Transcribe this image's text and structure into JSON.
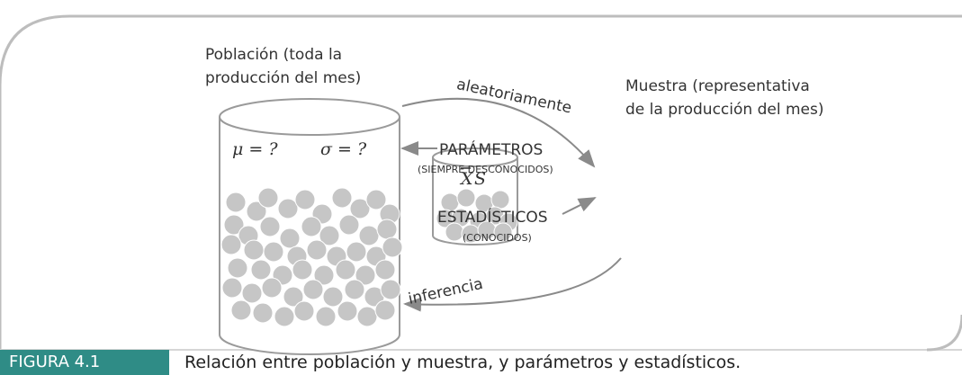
{
  "population": {
    "label_line1": "Población (toda la",
    "label_line2": "producción del mes)",
    "mu": "μ = ?",
    "sigma": "σ = ?"
  },
  "sample": {
    "label_line1": "Muestra (representativa",
    "label_line2": "de la producción del mes)",
    "xbar": "X",
    "s": "S"
  },
  "arrows": {
    "random": "aleatoriamente",
    "inference": "inferencia"
  },
  "parameters": {
    "title": "PARÁMETROS",
    "subtitle": "(SIEMPRE DESCONOCIDOS)"
  },
  "statistics": {
    "title": "ESTADÍSTICOS",
    "subtitle": "(CONOCIDOS)"
  },
  "caption": {
    "tag": "FIGURA 4.1",
    "text": "Relación entre población y muestra, y parámetros y estadísticos."
  },
  "colors": {
    "frame": "#bdbdbd",
    "ball": "#c6c6c6",
    "accent": "#2f8c86",
    "arrow": "#8a8a8a"
  }
}
